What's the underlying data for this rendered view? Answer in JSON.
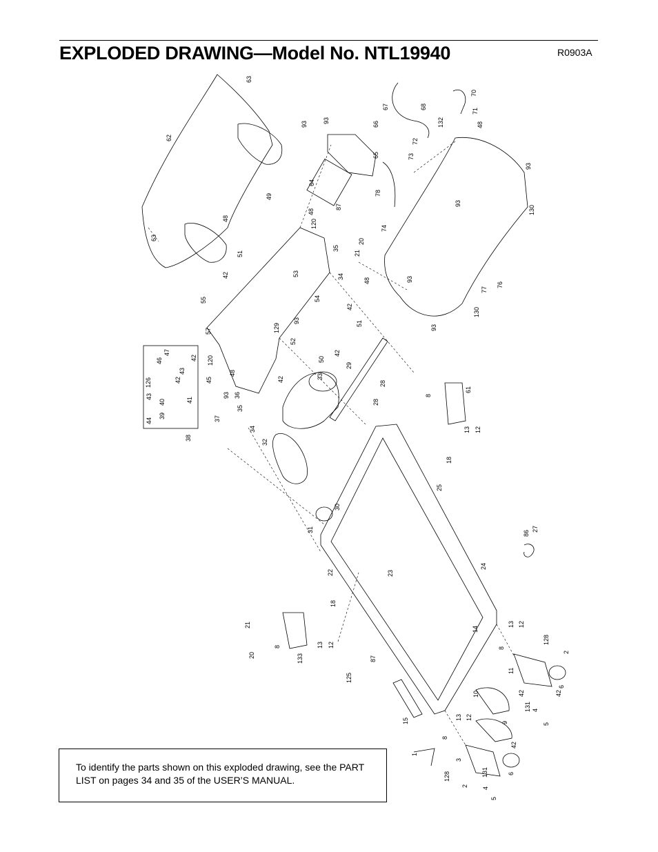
{
  "header": {
    "title": "EXPLODED DRAWING—Model No. NTL19940",
    "drawing_code": "R0903A"
  },
  "note": {
    "text": "To identify the parts shown on this exploded drawing, see the PART LIST on pages 34 and 35 of the USER’S MANUAL."
  },
  "labels": {
    "p1": "1",
    "p2": "2",
    "p3": "3",
    "p4": "4",
    "p5": "5",
    "p6": "6",
    "p8": "8",
    "p9": "9",
    "p10": "10",
    "p11": "11",
    "p12": "12",
    "p13": "13",
    "p14": "14",
    "p15": "15",
    "p18": "18",
    "p20": "20",
    "p21": "21",
    "p22": "22",
    "p23": "23",
    "p24": "24",
    "p25": "25",
    "p27": "27",
    "p28": "28",
    "p29": "29",
    "p30": "30",
    "p31": "31",
    "p32": "32",
    "p33": "33",
    "p34": "34",
    "p35": "35",
    "p36": "36",
    "p37": "37",
    "p38": "38",
    "p39": "39",
    "p40": "40",
    "p41": "41",
    "p42": "42",
    "p43": "43",
    "p44": "44",
    "p45": "45",
    "p46": "46",
    "p47": "47",
    "p48": "48",
    "p49": "49",
    "p50": "50",
    "p51": "51",
    "p52": "52",
    "p53": "53",
    "p54": "54",
    "p55": "55",
    "p57": "57",
    "p61": "61",
    "p62": "62",
    "p63": "63",
    "p64": "64",
    "p65": "65",
    "p66": "66",
    "p67": "67",
    "p68": "68",
    "p70": "70",
    "p71": "71",
    "p72": "72",
    "p73": "73",
    "p74": "74",
    "p76": "76",
    "p77": "77",
    "p78": "78",
    "p86": "86",
    "p87": "87",
    "p93": "93",
    "p120": "120",
    "p125": "125",
    "p126": "126",
    "p128": "128",
    "p129": "129",
    "p130": "130",
    "p131": "131",
    "p132": "132",
    "p133": "133"
  }
}
